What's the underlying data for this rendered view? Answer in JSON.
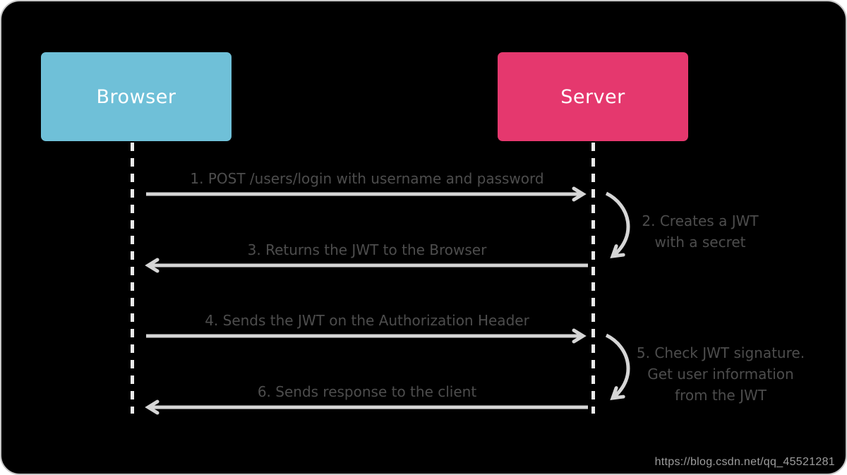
{
  "diagram_type": "sequence-diagram",
  "topic": "JWT authentication flow",
  "actors": {
    "browser": {
      "label": "Browser"
    },
    "server": {
      "label": "Server"
    }
  },
  "messages": {
    "m1": {
      "label": "1. POST /users/login with username and password",
      "from": "Browser",
      "to": "Server",
      "direction": "right"
    },
    "m2": {
      "line1": "2. Creates a JWT",
      "line2": "with a secret",
      "type": "self-loop on Server"
    },
    "m3": {
      "label": "3. Returns the JWT to the Browser",
      "from": "Server",
      "to": "Browser",
      "direction": "left"
    },
    "m4": {
      "label": "4. Sends the JWT on the Authorization Header",
      "from": "Browser",
      "to": "Server",
      "direction": "right"
    },
    "m5": {
      "line1": "5. Check JWT signature.",
      "line2": "Get user information",
      "line3": "from the JWT",
      "type": "self-loop on Server"
    },
    "m6": {
      "label": "6. Sends response to the client",
      "from": "Server",
      "to": "Browser",
      "direction": "left"
    }
  },
  "watermark": {
    "text": "https://blog.csdn.net/qq_45521281"
  },
  "colors": {
    "background": "#000000",
    "panel_border": "#c6c6c6",
    "browser_box": "#6fc0d8",
    "server_box": "#e5386e",
    "box_text": "#ffffff",
    "message_text": "#4d4d4d",
    "arrow": "#d6d6d6",
    "lifeline": "#ebebeb",
    "watermark_text": "#9d9d9d"
  }
}
